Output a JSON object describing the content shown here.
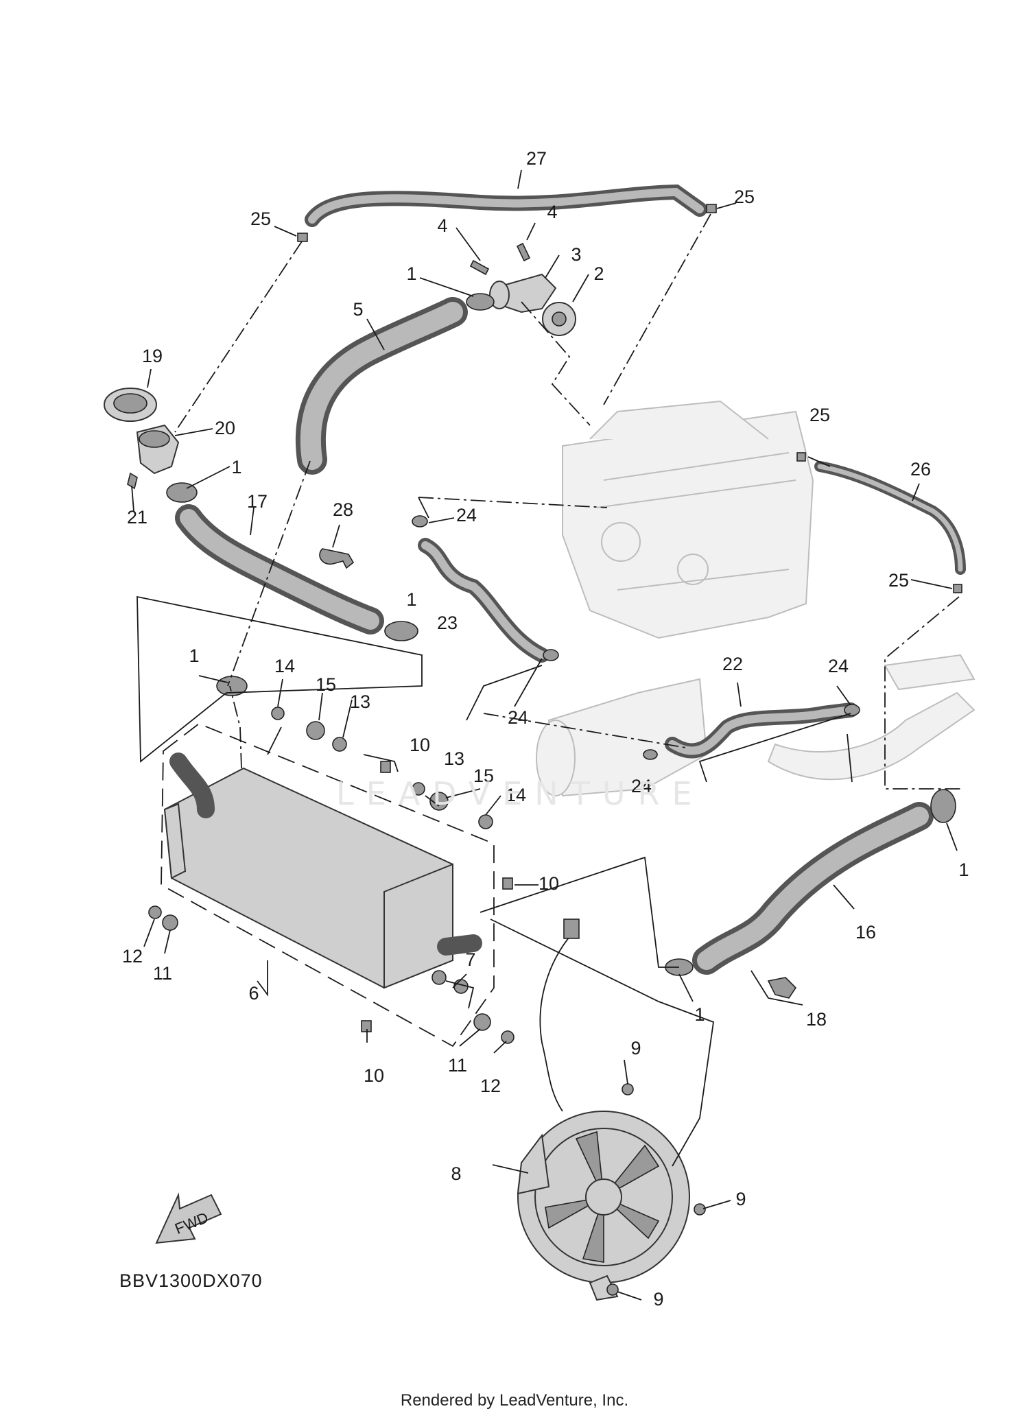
{
  "diagram_code": "BBV1300DX070",
  "footer_text": "Rendered by LeadVenture, Inc.",
  "watermark_text": "LEADVENTURE",
  "fwd_label": "FWD",
  "callouts": {
    "c27": "27",
    "c25a": "25",
    "c25b": "25",
    "c25c": "25",
    "c25d": "25",
    "c4a": "4",
    "c4b": "4",
    "c3": "3",
    "c2": "2",
    "c1a": "1",
    "c1b": "1",
    "c1c": "1",
    "c1d": "1",
    "c1e": "1",
    "c1f": "1",
    "c5": "5",
    "c19": "19",
    "c20": "20",
    "c21": "21",
    "c17": "17",
    "c28": "28",
    "c26": "26",
    "c24a": "24",
    "c24b": "24",
    "c24c": "24",
    "c24d": "24",
    "c23": "23",
    "c22": "22",
    "c14a": "14",
    "c14b": "14",
    "c15a": "15",
    "c15b": "15",
    "c13a": "13",
    "c13b": "13",
    "c10a": "10",
    "c10b": "10",
    "c10c": "10",
    "c16": "16",
    "c12a": "12",
    "c12b": "12",
    "c11a": "11",
    "c11b": "11",
    "c6": "6",
    "c7": "7",
    "c18": "18",
    "c9a": "9",
    "c9b": "9",
    "c9c": "9",
    "c8": "8"
  }
}
